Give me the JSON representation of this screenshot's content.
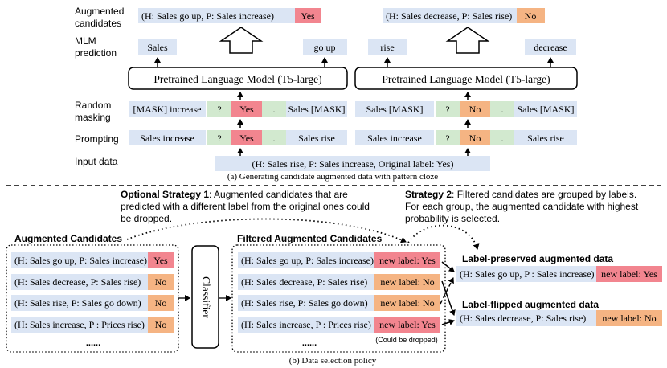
{
  "colors": {
    "blue": "#dbe5f4",
    "green": "#d2e9cf",
    "red": "#f2858f",
    "orange": "#f5b483",
    "black": "#000000"
  },
  "top": {
    "row_labels": {
      "augmented": [
        "Augmented",
        "candidates"
      ],
      "mlm": [
        "MLM",
        "prediction"
      ],
      "random": [
        "Random",
        "masking"
      ],
      "prompting": "Prompting",
      "input": "Input data"
    },
    "left": {
      "candidate": "(H: Sales go up, P: Sales increase)",
      "candidate_label": "Yes",
      "pred1": "Sales",
      "pred2": "go up",
      "model": "Pretrained Language Model (T5-large)",
      "mask": [
        "[MASK] increase",
        "?",
        "Yes",
        ".",
        "Sales [MASK]"
      ],
      "prompt": [
        "Sales increase",
        "?",
        "Yes",
        ".",
        "Sales rise"
      ]
    },
    "right": {
      "candidate": "(H: Sales decrease, P: Sales rise)",
      "candidate_label": "No",
      "pred1": "rise",
      "pred2": "decrease",
      "model": "Pretrained Language Model (T5-large)",
      "mask": [
        "Sales [MASK]",
        "?",
        "No",
        ".",
        "Sales [MASK]"
      ],
      "prompt": [
        "Sales increase",
        "?",
        "No",
        ".",
        "Sales rise"
      ]
    },
    "input": "(H: Sales rise, P: Sales increase, Original label: Yes)",
    "caption": "(a) Generating candidate augmented data with pattern cloze"
  },
  "bottom": {
    "strategy1": {
      "title": "Optional Strategy 1",
      "lines": [
        ": Augmented candidates that are",
        "predicted with a different label from the original ones could",
        "be dropped."
      ]
    },
    "strategy2": {
      "title": "Strategy 2",
      "lines": [
        ": Filtered candidates are grouped by labels.",
        "For each group, the augmented candidate with highest",
        "probability is selected."
      ]
    },
    "augmented_title": "Augmented Candidates",
    "filtered_title": "Filtered Augmented Candidates",
    "classifier": "Classifier",
    "candidates": [
      {
        "text": "(H: Sales go up, P: Sales increase)",
        "label": "Yes",
        "color": "red",
        "new": "new label: Yes",
        "new_color": "red"
      },
      {
        "text": "(H: Sales decrease, P: Sales rise)",
        "label": "No",
        "color": "orange",
        "new": "new label: No",
        "new_color": "orange"
      },
      {
        "text": "(H: Sales rise, P: Sales go down)",
        "label": "No",
        "color": "orange",
        "new": "new label: No",
        "new_color": "orange"
      },
      {
        "text": "(H: Sales increase, P : Prices rise)",
        "label": "No",
        "color": "orange",
        "new": "new label: Yes",
        "new_color": "red"
      }
    ],
    "ellipsis": "......",
    "dropped_note": "(Could be dropped)",
    "preserved_title": "Label-preserved augmented data",
    "preserved_text": "(H: Sales go up, P : Sales increase)",
    "preserved_label": "new label: Yes",
    "flipped_title": "Label-flipped augmented data",
    "flipped_text": "(H: Sales decrease, P: Sales rise)",
    "flipped_label": "new label: No",
    "caption": "(b) Data selection policy"
  }
}
